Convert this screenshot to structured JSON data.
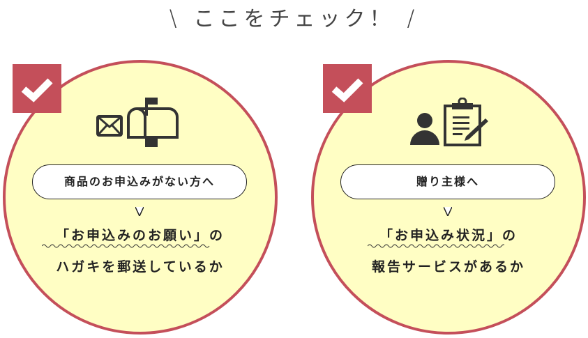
{
  "header": {
    "title": "ここをチェック！",
    "left_mark": "\\",
    "right_mark": "/"
  },
  "accent_color": "#c44f5a",
  "circle_fill": "#fffec4",
  "cards": [
    {
      "icon": "mailbox-icon",
      "bubble": "商品のお申込みがない方へ",
      "line1": "「お申込みのお願い」の",
      "line2": "ハガキを郵送しているか"
    },
    {
      "icon": "person-clipboard-icon",
      "bubble": "贈り主様へ",
      "line1": "「お申込み状況」の",
      "line2": "報告サービスがあるか"
    }
  ]
}
